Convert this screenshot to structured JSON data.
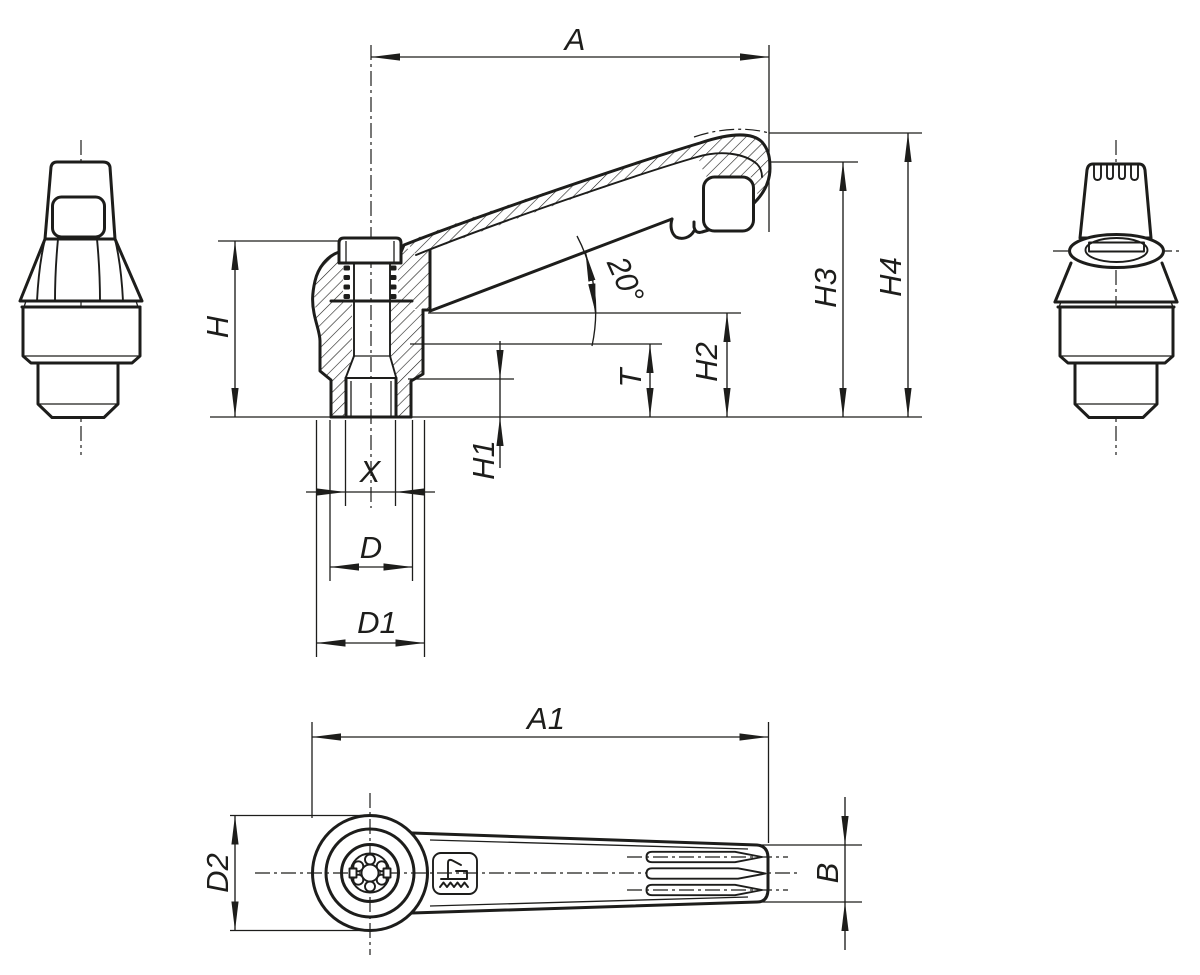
{
  "drawing": {
    "title": "adjustable-clamping-lever-technical-drawing",
    "colors": {
      "line": "#1d1d1b",
      "background": "#ffffff"
    },
    "dimensions": {
      "a": "A",
      "h": "H",
      "h1": "H1",
      "h2": "H2",
      "h3": "H3",
      "h4": "H4",
      "t": "T",
      "x": "X",
      "d": "D",
      "d1": "D1",
      "angle": "20°",
      "a1": "A1",
      "d2": "D2",
      "b": "B"
    },
    "views": {
      "front": "front view",
      "section": "side section view",
      "back": "back view",
      "bottom": "bottom view"
    },
    "icons": {
      "logo": "kipp-lever-logo-icon"
    }
  }
}
